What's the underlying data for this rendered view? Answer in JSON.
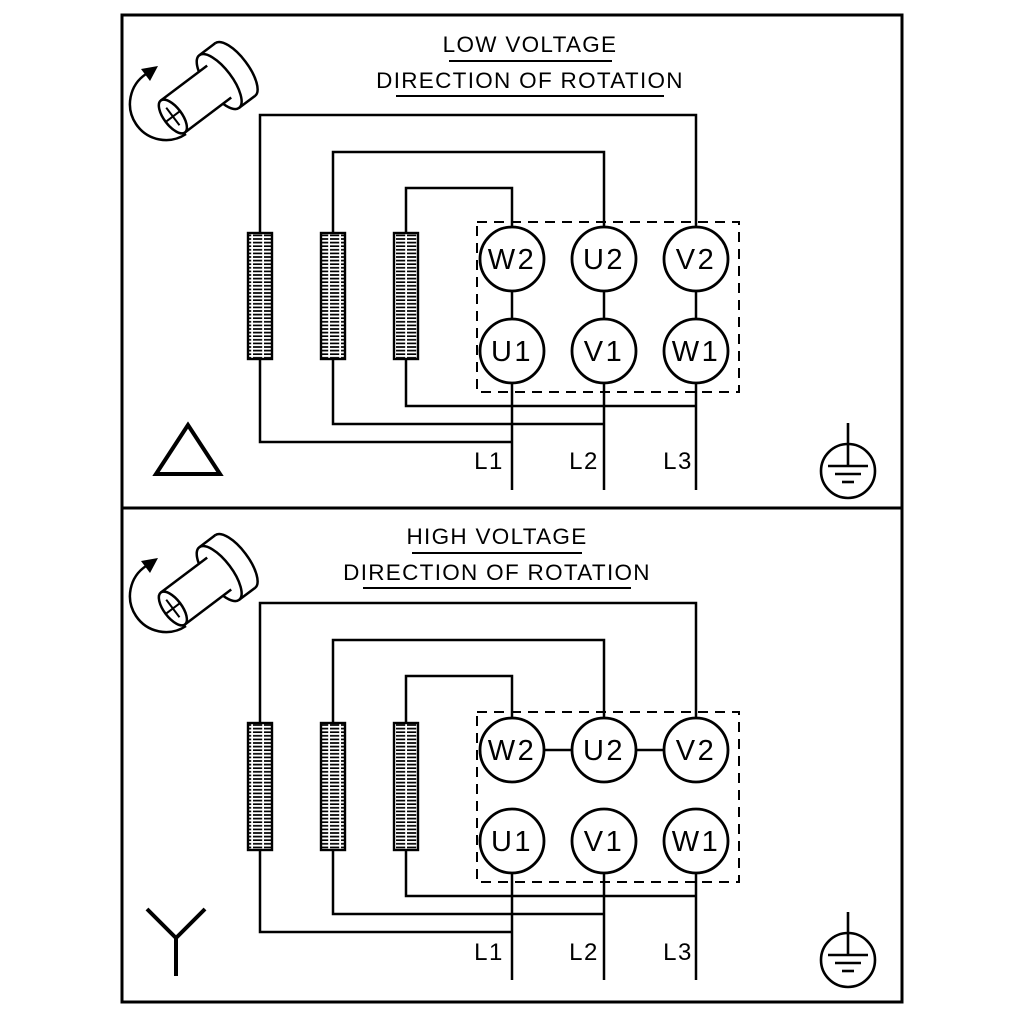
{
  "colors": {
    "ink": "#000000",
    "paper": "#ffffff"
  },
  "panels": {
    "low": {
      "title": "LOW VOLTAGE",
      "subtitle": "DIRECTION OF ROTATION",
      "connection": "delta",
      "terminals_top": [
        "W2",
        "U2",
        "V2"
      ],
      "terminals_bottom": [
        "U1",
        "V1",
        "W1"
      ],
      "line_labels": [
        "L1",
        "L2",
        "L3"
      ]
    },
    "high": {
      "title": "HIGH VOLTAGE",
      "subtitle": "DIRECTION OF ROTATION",
      "connection": "star",
      "terminals_top": [
        "W2",
        "U2",
        "V2"
      ],
      "terminals_bottom": [
        "U1",
        "V1",
        "W1"
      ],
      "line_labels": [
        "L1",
        "L2",
        "L3"
      ]
    }
  },
  "icons": {
    "shaft_rotation": "motor-shaft-with-rotation-arrow",
    "delta_connection": "delta-triangle",
    "star_connection": "wye-star",
    "earth_ground": "circled-earth-ground"
  }
}
